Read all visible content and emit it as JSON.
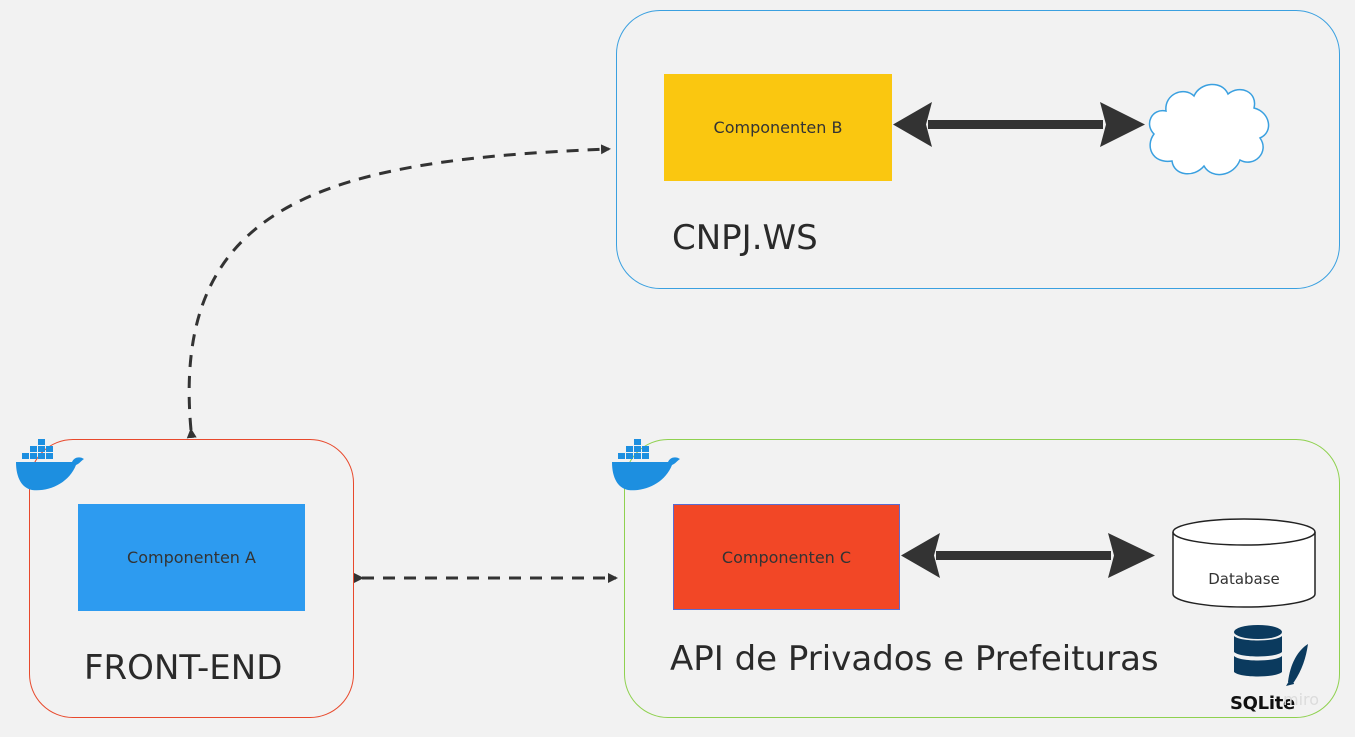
{
  "groups": {
    "cnpj": {
      "label": "CNPJ.WS",
      "border": "#3aa0e0"
    },
    "frontend": {
      "label": "FRONT-END",
      "border": "#e8492c"
    },
    "api": {
      "label": "API de Privados e Prefeituras",
      "border": "#8fd14f"
    }
  },
  "components": {
    "a": {
      "label": "Componenten A",
      "color": "#2d9bf0"
    },
    "b": {
      "label": "Componenten B",
      "color": "#fac710"
    },
    "c": {
      "label": "Componenten C",
      "color": "#f24726"
    }
  },
  "database": {
    "label": "Database"
  },
  "sqlite": {
    "label": "SQLite"
  },
  "watermark": {
    "label": "miro"
  },
  "icons": [
    "docker-icon",
    "cloud-icon",
    "database-icon",
    "sqlite-icon"
  ]
}
